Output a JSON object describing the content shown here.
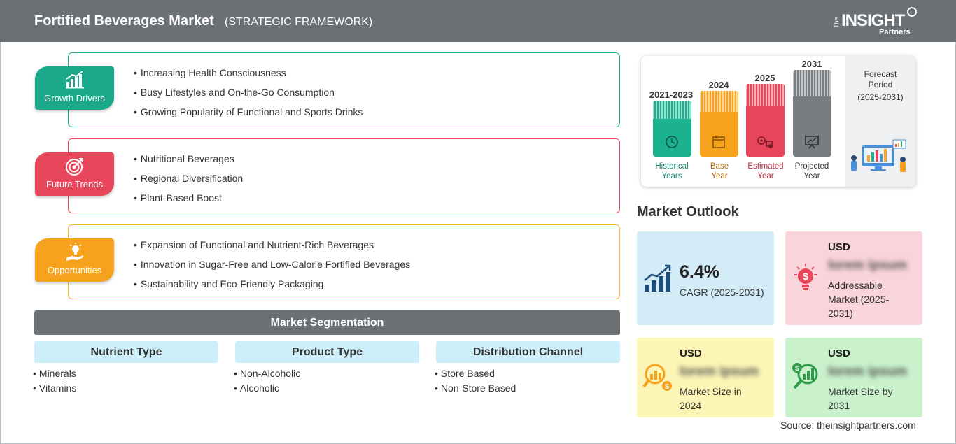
{
  "header": {
    "title": "Fortified Beverages Market",
    "subtitle": "(STRATEGIC FRAMEWORK)",
    "logo": {
      "the": "The",
      "insight": "INSIGHT",
      "partners": "Partners"
    }
  },
  "framework": {
    "growth_drivers": {
      "label": "Growth Drivers",
      "color": "#1aa98a",
      "items": [
        "Increasing Health Consciousness",
        "Busy Lifestyles and On-the-Go Consumption",
        "Growing Popularity of Functional and Sports Drinks"
      ]
    },
    "future_trends": {
      "label": "Future Trends",
      "color": "#e8475b",
      "items": [
        "Nutritional Beverages",
        "Regional Diversification",
        "Plant-Based Boost"
      ]
    },
    "opportunities": {
      "label": "Opportunities",
      "color": "#f7a21c",
      "items": [
        "Expansion of Functional and Nutrient-Rich Beverages",
        "Innovation in Sugar-Free and Low-Calorie Fortified Beverages",
        "Sustainability and Eco-Friendly Packaging"
      ]
    }
  },
  "segmentation": {
    "title": "Market Segmentation",
    "columns": [
      {
        "heading": "Nutrient Type",
        "items": [
          "Minerals",
          "Vitamins"
        ]
      },
      {
        "heading": "Product Type",
        "items": [
          "Non-Alcoholic",
          "Alcoholic"
        ]
      },
      {
        "heading": "Distribution Channel",
        "items": [
          "Store Based",
          "Non-Store Based"
        ]
      }
    ]
  },
  "timeline": {
    "bars": [
      {
        "year": "2021-2023",
        "caption_1": "Historical",
        "caption_2": "Years",
        "color": "#1bb08e",
        "year_color": "#12876c"
      },
      {
        "year": "2024",
        "caption_1": "Base",
        "caption_2": "Year",
        "color": "#f7a21c",
        "year_color": "#a9690c"
      },
      {
        "year": "2025",
        "caption_1": "Estimated",
        "caption_2": "Year",
        "color": "#e8475b",
        "year_color": "#b22c3e"
      },
      {
        "year": "2031",
        "caption_1": "Projected",
        "caption_2": "Year",
        "color": "#7a7d80",
        "year_color": "#333333"
      }
    ],
    "forecast_title": "Forecast Period",
    "forecast_range": "(2025-2031)"
  },
  "outlook": {
    "title": "Market Outlook",
    "cagr": {
      "value": "6.4%",
      "label": "CAGR (2025-2031)",
      "bg": "#d4ecf8"
    },
    "addressable": {
      "currency": "USD",
      "value": "lorem ipsum",
      "label": "Addressable Market (2025-2031)",
      "bg": "#f9d4da"
    },
    "size_2024": {
      "currency": "USD",
      "value": "lorem ipsum",
      "label": "Market Size in 2024",
      "bg": "#fdf5b5"
    },
    "size_2031": {
      "currency": "USD",
      "value": "lorem ipsum",
      "label": "Market Size by 2031",
      "bg": "#c9f1cc"
    }
  },
  "source": "Source: theinsightpartners.com"
}
